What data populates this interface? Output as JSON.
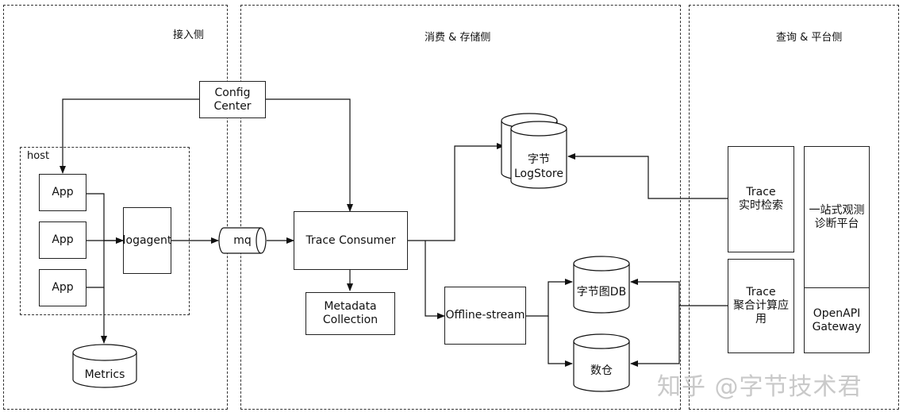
{
  "zones": {
    "access": "接入侧",
    "consume_store": "消费 & 存储侧",
    "query_platform": "查询 & 平台侧"
  },
  "host": {
    "label": "host"
  },
  "nodes": {
    "config_center": "Config\nCenter",
    "app_1": "App",
    "app_2": "App",
    "app_3": "App",
    "logagent": "logagent",
    "metrics": "Metrics",
    "mq": "mq",
    "trace_consumer": "Trace Consumer",
    "metadata_collection": "Metadata\nCollection",
    "logstore": "字节\nLogStore",
    "offline_stream": "Offline-stream",
    "bytegraph_db": "字节图DB",
    "data_warehouse": "数仓",
    "trace_search": "Trace\n实时检索",
    "trace_agg": "Trace\n聚合计算应\n用",
    "one_stop_platform": "一站式观测\n诊断平台",
    "openapi_gateway": "OpenAPI\nGateway"
  },
  "watermark": "知乎 @字节技术君"
}
